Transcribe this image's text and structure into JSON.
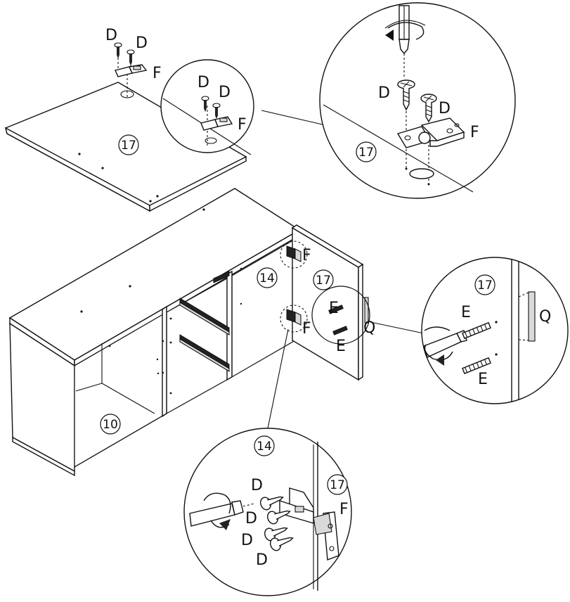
{
  "labels": {
    "screw_d": "D",
    "hinge_f": "F",
    "dowel_e": "E",
    "handle_q": "Q",
    "part_10": "10",
    "part_14": "14",
    "part_17": "17"
  }
}
